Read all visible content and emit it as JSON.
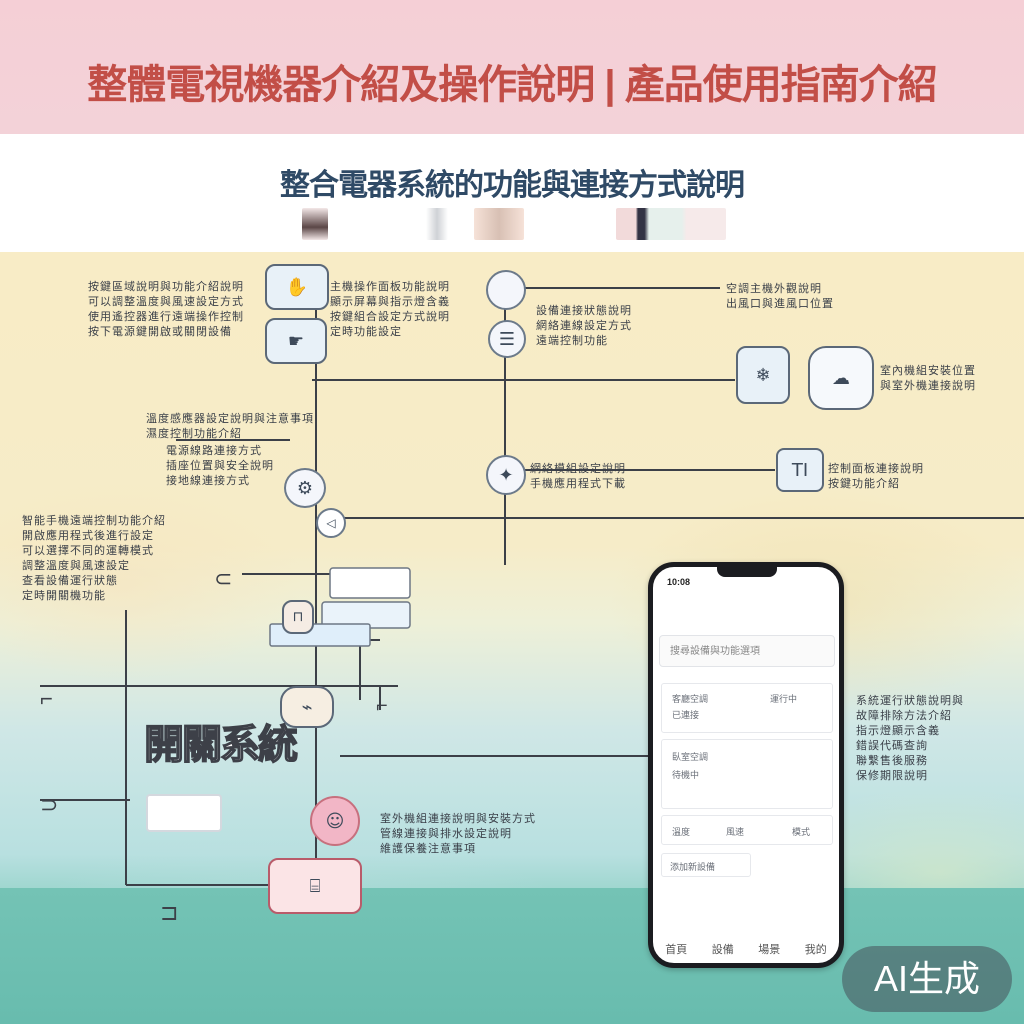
{
  "header": {
    "title": "整體電視機器介紹及操作說明 | 產品使用指南介紹",
    "subtitle": "整合電器系統的功能與連接方式說明"
  },
  "notes": {
    "n1": "按鍵區域說明與功能介紹說明\n可以調整溫度與風速設定方式\n使用遙控器進行遠端操作控制\n按下電源鍵開啟或關閉設備",
    "n2": "主機操作面板功能說明\n顯示屏幕與指示燈含義\n按鍵組合設定方式說明\n定時功能設定",
    "n3": "設備連接狀態說明\n網絡連線設定方式\n遠端控制功能",
    "n4": "空調主機外觀說明\n出風口與進風口位置",
    "n5": "室內機組安裝位置\n與室外機連接說明",
    "n6": "溫度感應器設定說明與注意事項\n濕度控制功能介紹",
    "n7": "電源線路連接方式\n插座位置與安全說明\n接地線連接方式",
    "n8": "網絡模組設定說明\n手機應用程式下載",
    "n9": "控制面板連接說明\n按鍵功能介紹",
    "n10": "智能手機遠端控制功能介紹\n開啟應用程式後進行設定\n可以選擇不同的運轉模式\n調整溫度與風速設定\n查看設備運行狀態\n定時開關機功能",
    "n11": "室外機組連接說明與安裝方式\n管線連接與排水設定說明\n維護保養注意事項",
    "big_label": "開關系統"
  },
  "phone": {
    "status": "10:08",
    "search_placeholder": "搜尋設備與功能選項",
    "card1": [
      "客廳空調",
      "已連接",
      "運行中"
    ],
    "card2": [
      "臥室空調",
      "待機中"
    ],
    "card3": [
      "溫度",
      "風速",
      "模式"
    ],
    "card4": "添加新設備",
    "nav": [
      "首頁",
      "設備",
      "場景",
      "我的"
    ]
  },
  "badge": "AI生成"
}
